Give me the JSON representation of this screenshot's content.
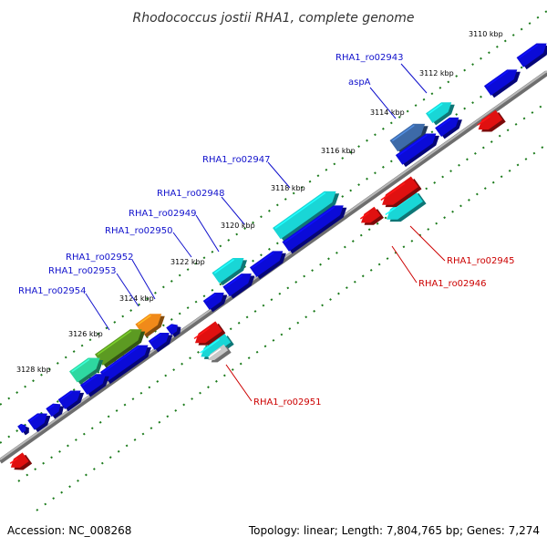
{
  "title": "Rhodococcus jostii RHA1, complete genome",
  "footer": {
    "accession": "Accession: NC_008268",
    "summary": "Topology: linear; Length: 7,804,765 bp; Genes: 7,274"
  },
  "colors": {
    "backbone": "#9a9a9a",
    "dots": "#1a7a1a",
    "cds": "#0b0bd8",
    "red": "#e01010",
    "cyan": "#19d6d6",
    "label_blue": "#1111cc",
    "label_red": "#cc0000"
  },
  "ticks": [
    "3110 kbp",
    "3112 kbp",
    "3114 kbp",
    "3116 kbp",
    "3118 kbp",
    "3120 kbp",
    "3122 kbp",
    "3124 kbp",
    "3126 kbp",
    "3128 kbp"
  ],
  "labels": {
    "ro02943": "RHA1_ro02943",
    "aspA": "aspA",
    "ro02947": "RHA1_ro02947",
    "ro02948": "RHA1_ro02948",
    "ro02949": "RHA1_ro02949",
    "ro02950": "RHA1_ro02950",
    "ro02952": "RHA1_ro02952",
    "ro02953": "RHA1_ro02953",
    "ro02954": "RHA1_ro02954",
    "ro02945": "RHA1_ro02945",
    "ro02946": "RHA1_ro02946",
    "ro02951": "RHA1_ro02951"
  }
}
